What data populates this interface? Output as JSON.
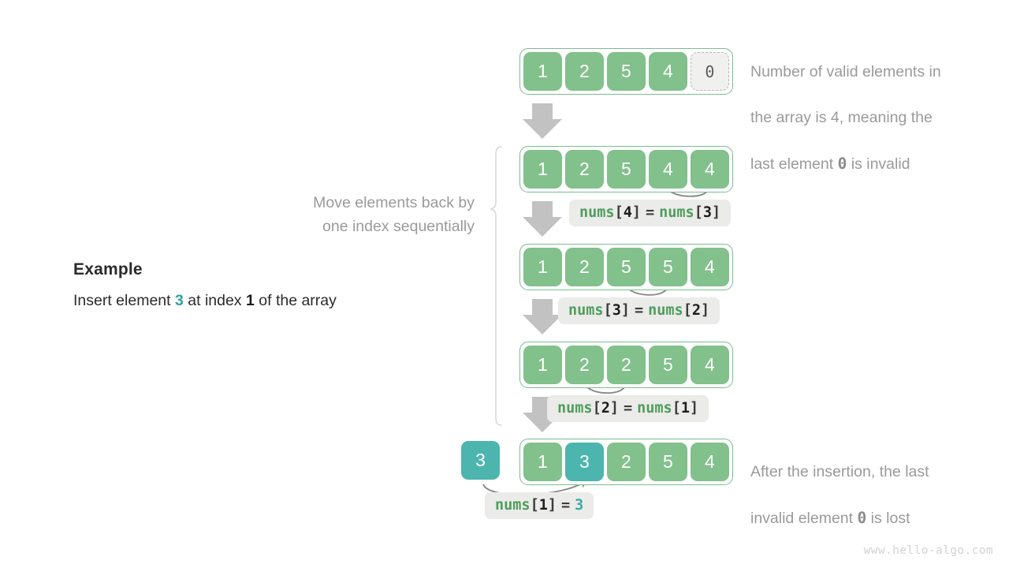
{
  "watermark": "www.hello-algo.com",
  "example": {
    "title": "Example",
    "line_prefix": "Insert element ",
    "element": "3",
    "line_mid": " at index ",
    "index": "1",
    "line_suffix": " of the array"
  },
  "left_note": {
    "line1": "Move elements back by",
    "line2": "one index sequentially"
  },
  "notes": {
    "top": {
      "line1": "Number of valid elements in",
      "line2": "the array is 4, meaning the",
      "line3_prefix": "last element ",
      "line3_value": "0",
      "line3_suffix": " is invalid"
    },
    "bottom": {
      "line1": "After the insertion, the last",
      "line2_prefix": "invalid element ",
      "line2_value": "0",
      "line2_suffix": " is lost"
    }
  },
  "rows": [
    {
      "id": "row-initial",
      "cells": [
        {
          "value": "1",
          "style": "green"
        },
        {
          "value": "2",
          "style": "green"
        },
        {
          "value": "5",
          "style": "green"
        },
        {
          "value": "4",
          "style": "green"
        },
        {
          "value": "0",
          "style": "invalid"
        }
      ]
    },
    {
      "id": "row-step1",
      "cells": [
        {
          "value": "1",
          "style": "green"
        },
        {
          "value": "2",
          "style": "green"
        },
        {
          "value": "5",
          "style": "green"
        },
        {
          "value": "4",
          "style": "green"
        },
        {
          "value": "4",
          "style": "green"
        }
      ]
    },
    {
      "id": "row-step2",
      "cells": [
        {
          "value": "1",
          "style": "green"
        },
        {
          "value": "2",
          "style": "green"
        },
        {
          "value": "5",
          "style": "green"
        },
        {
          "value": "5",
          "style": "green"
        },
        {
          "value": "4",
          "style": "green"
        }
      ]
    },
    {
      "id": "row-step3",
      "cells": [
        {
          "value": "1",
          "style": "green"
        },
        {
          "value": "2",
          "style": "green"
        },
        {
          "value": "2",
          "style": "green"
        },
        {
          "value": "5",
          "style": "green"
        },
        {
          "value": "4",
          "style": "green"
        }
      ]
    },
    {
      "id": "row-final",
      "cells": [
        {
          "value": "1",
          "style": "green"
        },
        {
          "value": "3",
          "style": "teal"
        },
        {
          "value": "2",
          "style": "green"
        },
        {
          "value": "5",
          "style": "green"
        },
        {
          "value": "4",
          "style": "green"
        }
      ]
    }
  ],
  "insert_cell": {
    "value": "3"
  },
  "code_labels": [
    {
      "id": "code-1",
      "ident1": "nums",
      "idx1": "4",
      "eq": "=",
      "ident2": "nums",
      "idx2": "3"
    },
    {
      "id": "code-2",
      "ident1": "nums",
      "idx1": "3",
      "eq": "=",
      "ident2": "nums",
      "idx2": "2"
    },
    {
      "id": "code-3",
      "ident1": "nums",
      "idx1": "2",
      "eq": "=",
      "ident2": "nums",
      "idx2": "1"
    },
    {
      "id": "code-4",
      "ident1": "nums",
      "idx1": "1",
      "eq": "=",
      "value": "3"
    }
  ],
  "colors": {
    "green": "#82c08c",
    "teal": "#4cb5ae",
    "arrow_gray": "#bfbfbf",
    "note_gray": "#9a9a9a",
    "chip_bg": "#ebebe9"
  }
}
